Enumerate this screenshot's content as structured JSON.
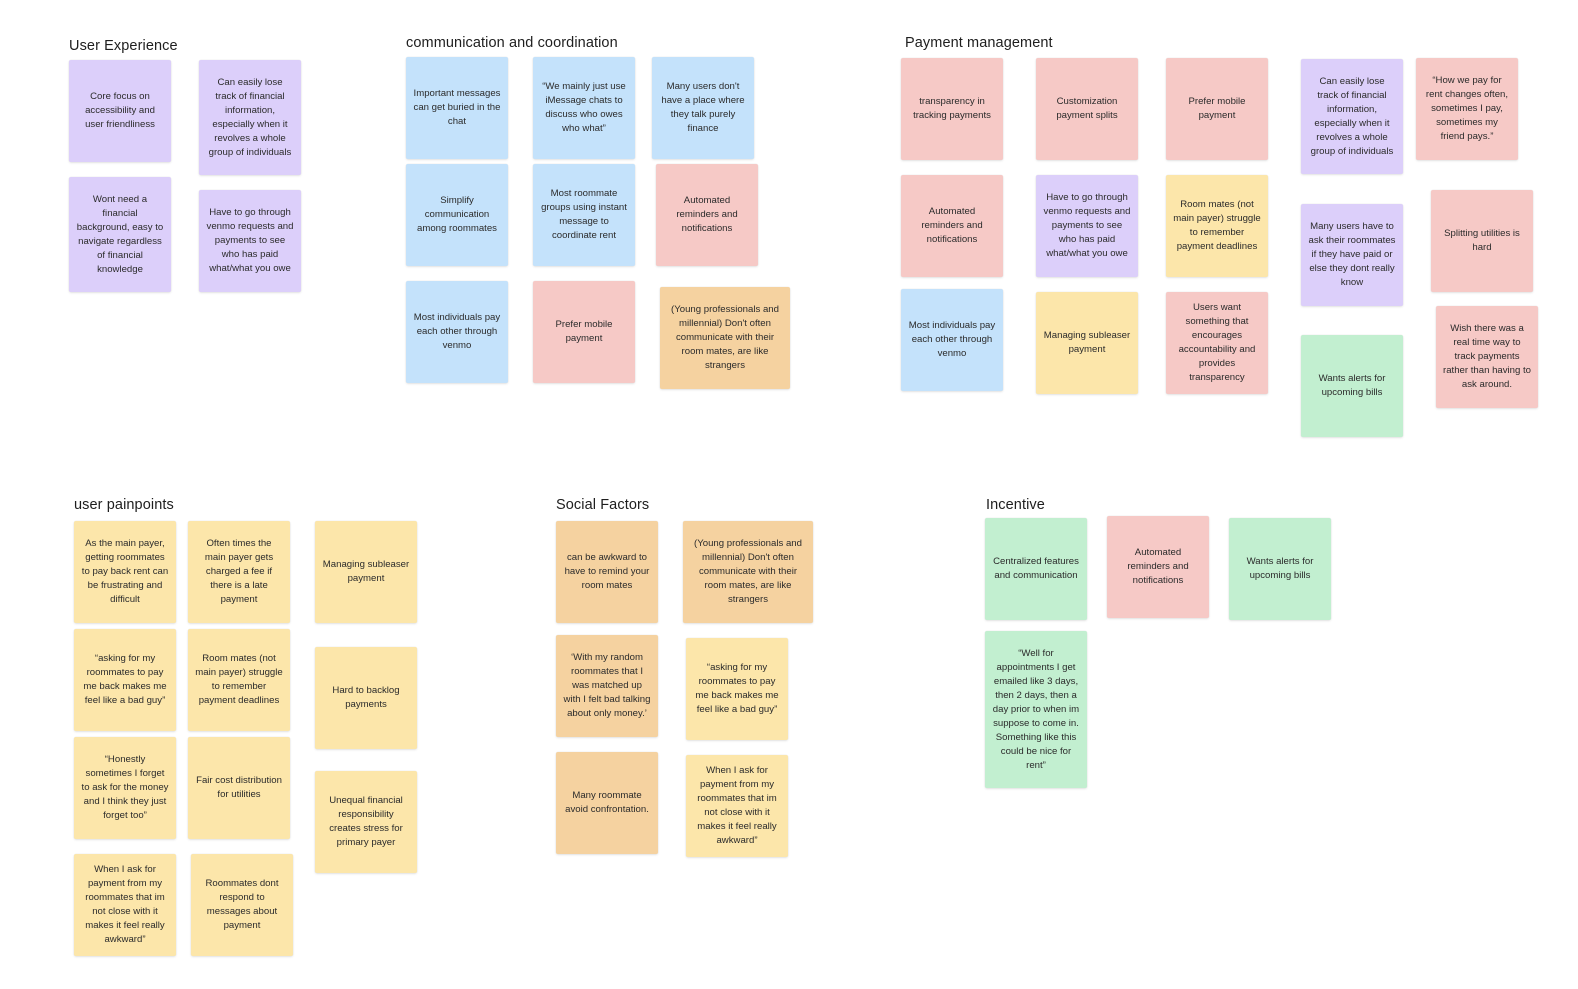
{
  "groups": {
    "user_experience": {
      "title": "User Experience",
      "notes": [
        "Core focus on accessibility and user friendliness",
        "Can easily lose track of financial information, especially when it revolves a whole group of individuals",
        "Wont need a financial background, easy to navigate regardless of financial knowledge",
        "Have to go through venmo requests and payments to see who has paid what/what you owe"
      ]
    },
    "communication": {
      "title": "communication and coordination",
      "notes": [
        "Important messages can get buried in the chat",
        "“We mainly just use iMessage chats to discuss who owes who what”",
        "Many users don't have a place where they talk purely finance",
        "Simplify communication among roommates",
        "Most roommate groups using instant message to coordinate rent",
        "Automated reminders and notifications",
        "Most individuals pay each other through venmo",
        "Prefer mobile payment",
        "(Young professionals and millennial) Don't often communicate with their room mates, are like strangers"
      ]
    },
    "payment_management": {
      "title": "Payment management",
      "notes": [
        "transparency in tracking payments",
        "Customization payment splits",
        "Prefer mobile payment",
        "Can easily lose track of financial information, especially when it revolves a whole group of individuals",
        "“How we pay for rent changes often, sometimes I pay, sometimes my friend pays.”",
        "Automated reminders and notifications",
        "Have to go through venmo requests and payments to see who has paid what/what you owe",
        "Room mates (not main payer) struggle to remember payment deadlines",
        "Many users have to ask their roommates if they have paid or else they dont really know",
        "Splitting utilities is hard",
        "Most individuals pay each other through venmo",
        "Managing subleaser payment",
        "Users want something that encourages accountability and provides transparency",
        "Wants alerts for upcoming bills",
        "Wish there was a real time way to track payments rather than having to ask around."
      ]
    },
    "user_painpoints": {
      "title": "user painpoints",
      "notes": [
        "As the main payer, getting roommates to pay back rent can be frustrating and difficult",
        "Often times the main payer gets charged a fee if there is a late payment",
        "Managing subleaser payment",
        "“asking for my roommates to pay me back makes me feel like a bad guy”",
        "Room mates (not main payer) struggle to remember payment deadlines",
        "Hard to backlog payments",
        "“Honestly sometimes I forget to ask for the money and I think they just forget too”",
        "Fair cost distribution for utilities",
        "Unequal financial responsibility creates stress for primary payer",
        "When I ask for payment from my roommates that im not close with it makes it feel really awkward”",
        "Roommates dont respond to messages about payment"
      ]
    },
    "social_factors": {
      "title": "Social Factors",
      "notes": [
        "can be awkward to have to remind your room mates",
        "(Young professionals and millennial) Don't often communicate with their room mates, are like strangers",
        "‘With my random roommates that I was matched up with I felt bad talking about only money.’",
        "“asking for my roommates to pay me back makes me feel like a bad guy”",
        "Many roommate avoid confrontation.",
        "When I ask for payment from my roommates that im not close with it makes it feel really awkward”"
      ]
    },
    "incentive": {
      "title": "Incentive",
      "notes": [
        "Centralized features and communication",
        "Automated reminders and notifications",
        "Wants alerts for upcoming bills",
        "“Well for appointments I get emailed like 3 days, then 2 days, then a day prior to when im suppose to come in. Something like this could be nice for rent”"
      ]
    }
  },
  "colors": {
    "purple": "#dccffa",
    "blue": "#c4e2fb",
    "pink": "#f6c9c6",
    "yellow": "#fce6aa",
    "orange": "#f5d2a0",
    "green": "#c2efd0"
  }
}
